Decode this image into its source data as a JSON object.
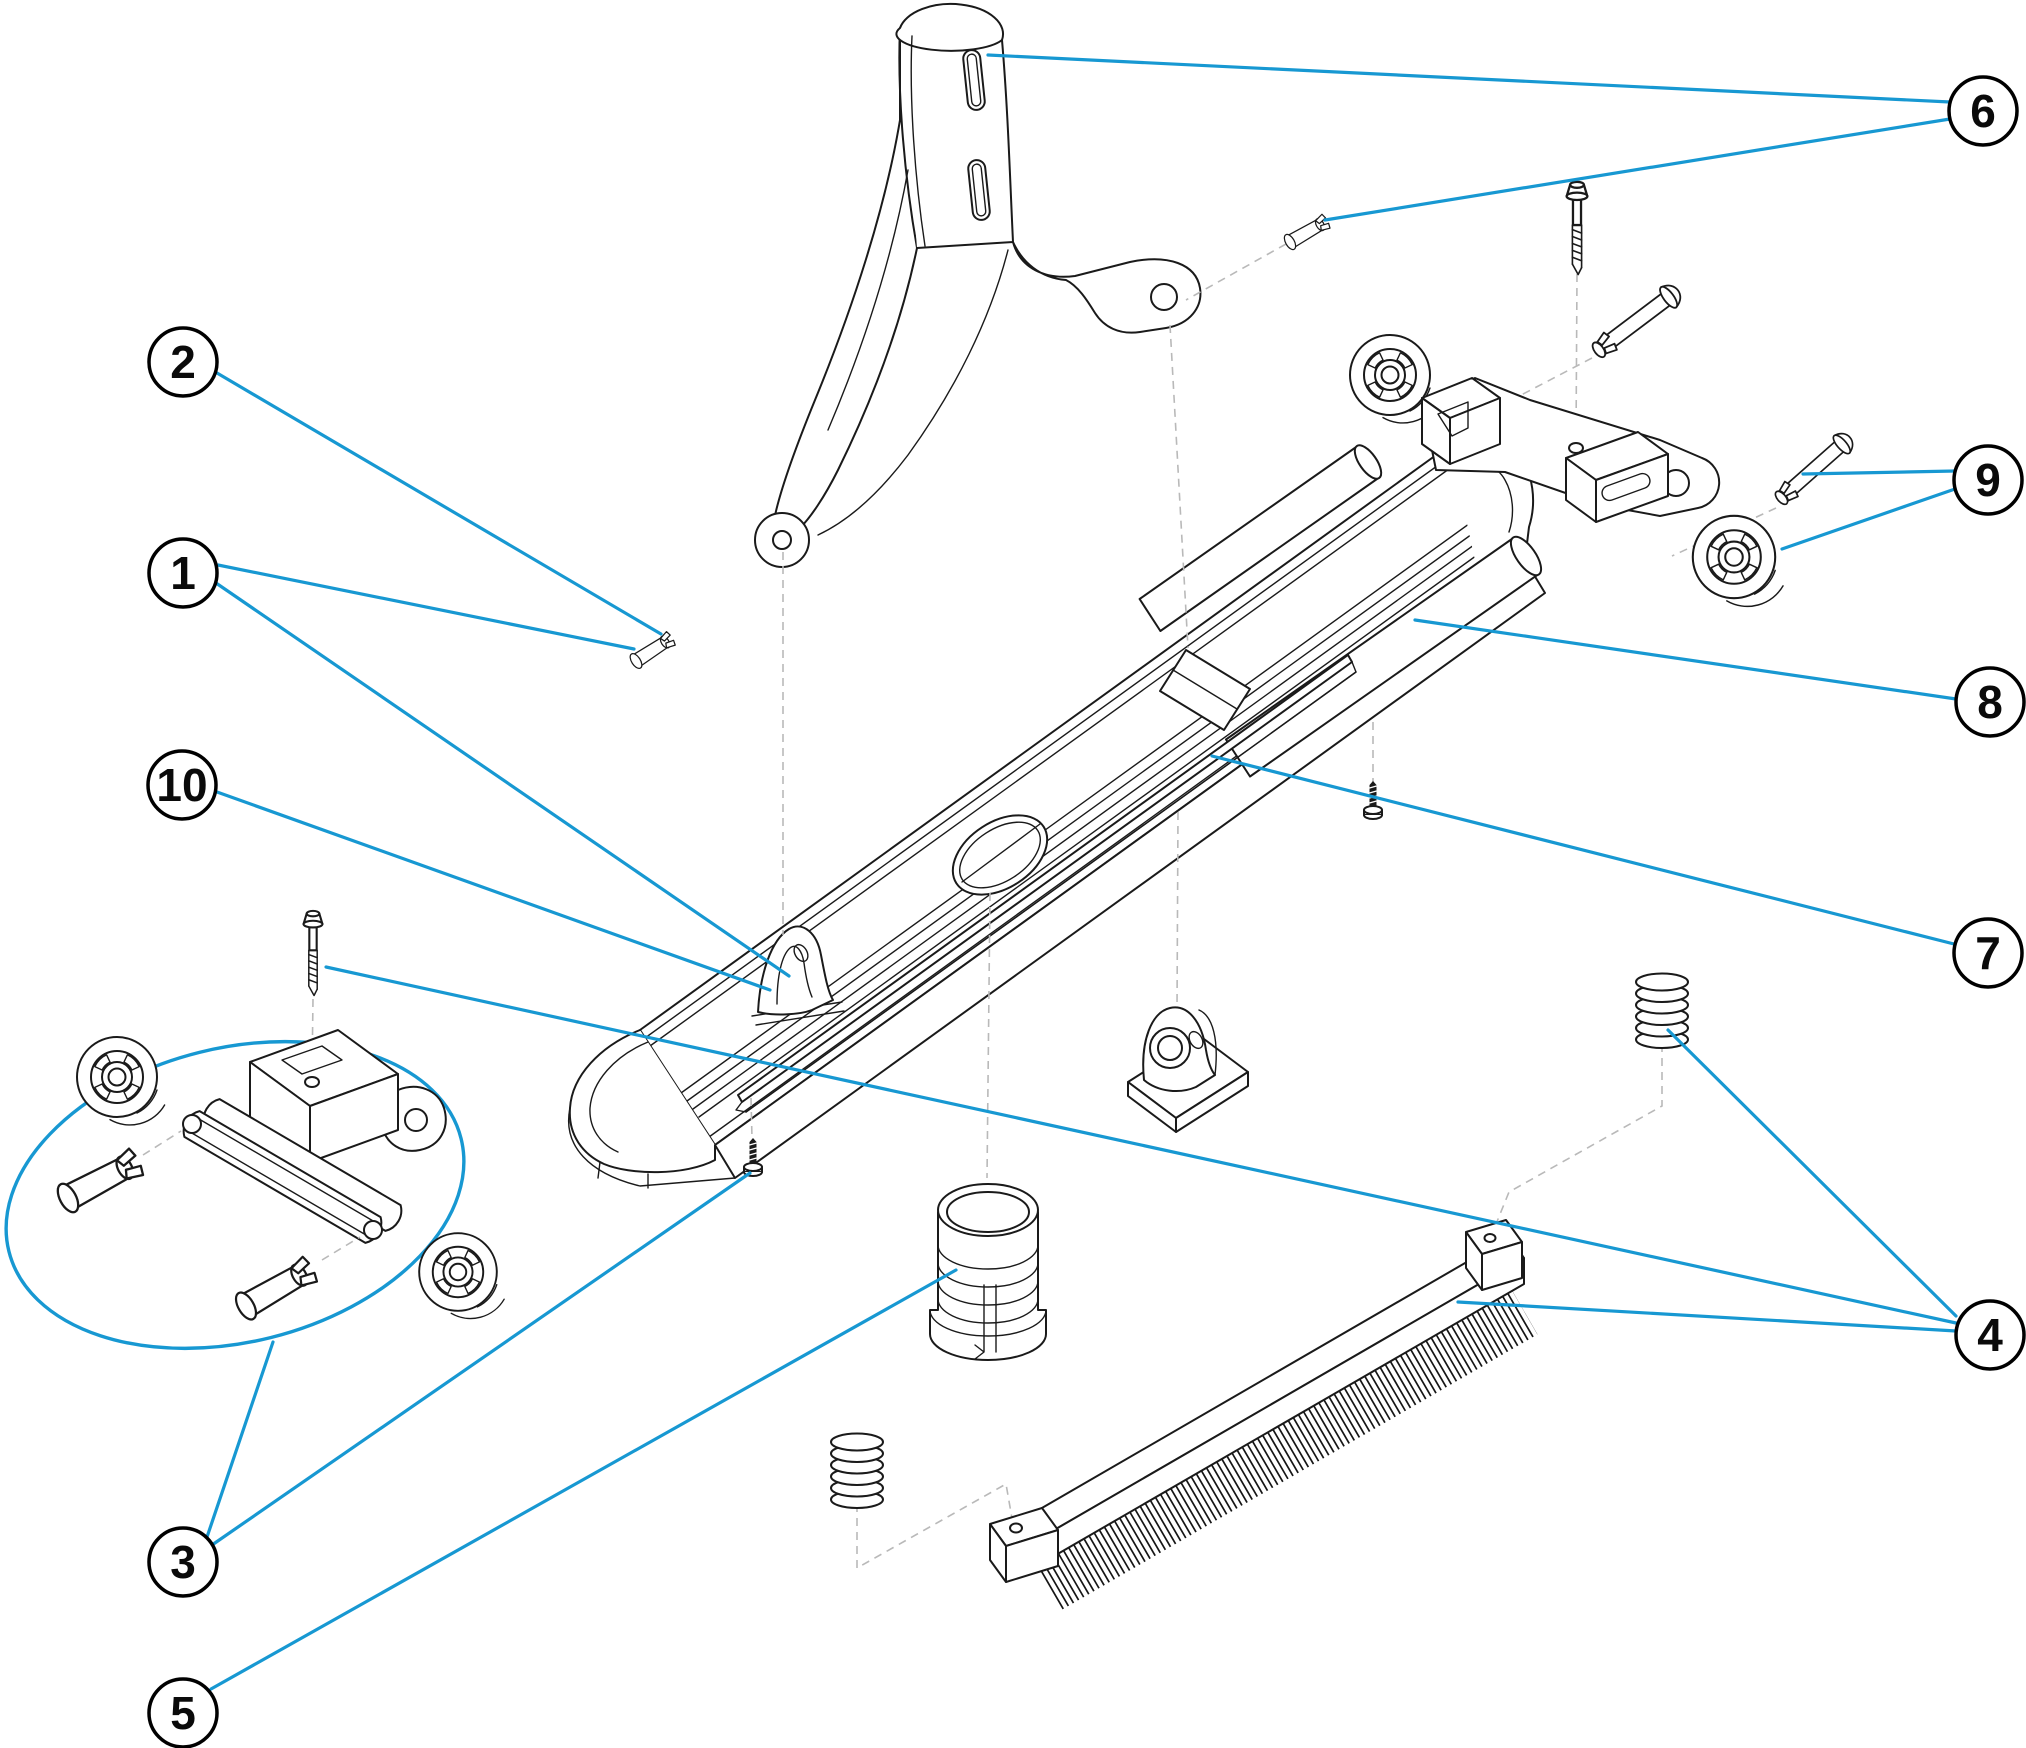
{
  "diagram": {
    "kind": "exploded-parts-diagram",
    "colors": {
      "background": "#ffffff",
      "line": "#1a1a1a",
      "leader": "#1798d2",
      "balloon_fill": "#ffffff",
      "balloon_stroke": "#000000"
    },
    "callouts": [
      {
        "number": "1",
        "targets": [
          "cam-latch",
          "push-pin-front"
        ]
      },
      {
        "number": "2",
        "targets": [
          "push-pin-front"
        ]
      },
      {
        "number": "3",
        "targets": [
          "wheel-assembly-detail",
          "small-mount-screw"
        ]
      },
      {
        "number": "4",
        "targets": [
          "spring-right",
          "long-mount-screw",
          "brush-strip"
        ]
      },
      {
        "number": "5",
        "targets": [
          "hose-adapter-cylinder"
        ]
      },
      {
        "number": "6",
        "targets": [
          "handle-fork-slot",
          "push-pin-top"
        ]
      },
      {
        "number": "7",
        "targets": [
          "blade-bar"
        ]
      },
      {
        "number": "8",
        "targets": [
          "handle-tube"
        ]
      },
      {
        "number": "9",
        "targets": [
          "axle-bolt",
          "roller-wheel"
        ]
      },
      {
        "number": "10",
        "targets": [
          "main-body"
        ]
      }
    ]
  }
}
